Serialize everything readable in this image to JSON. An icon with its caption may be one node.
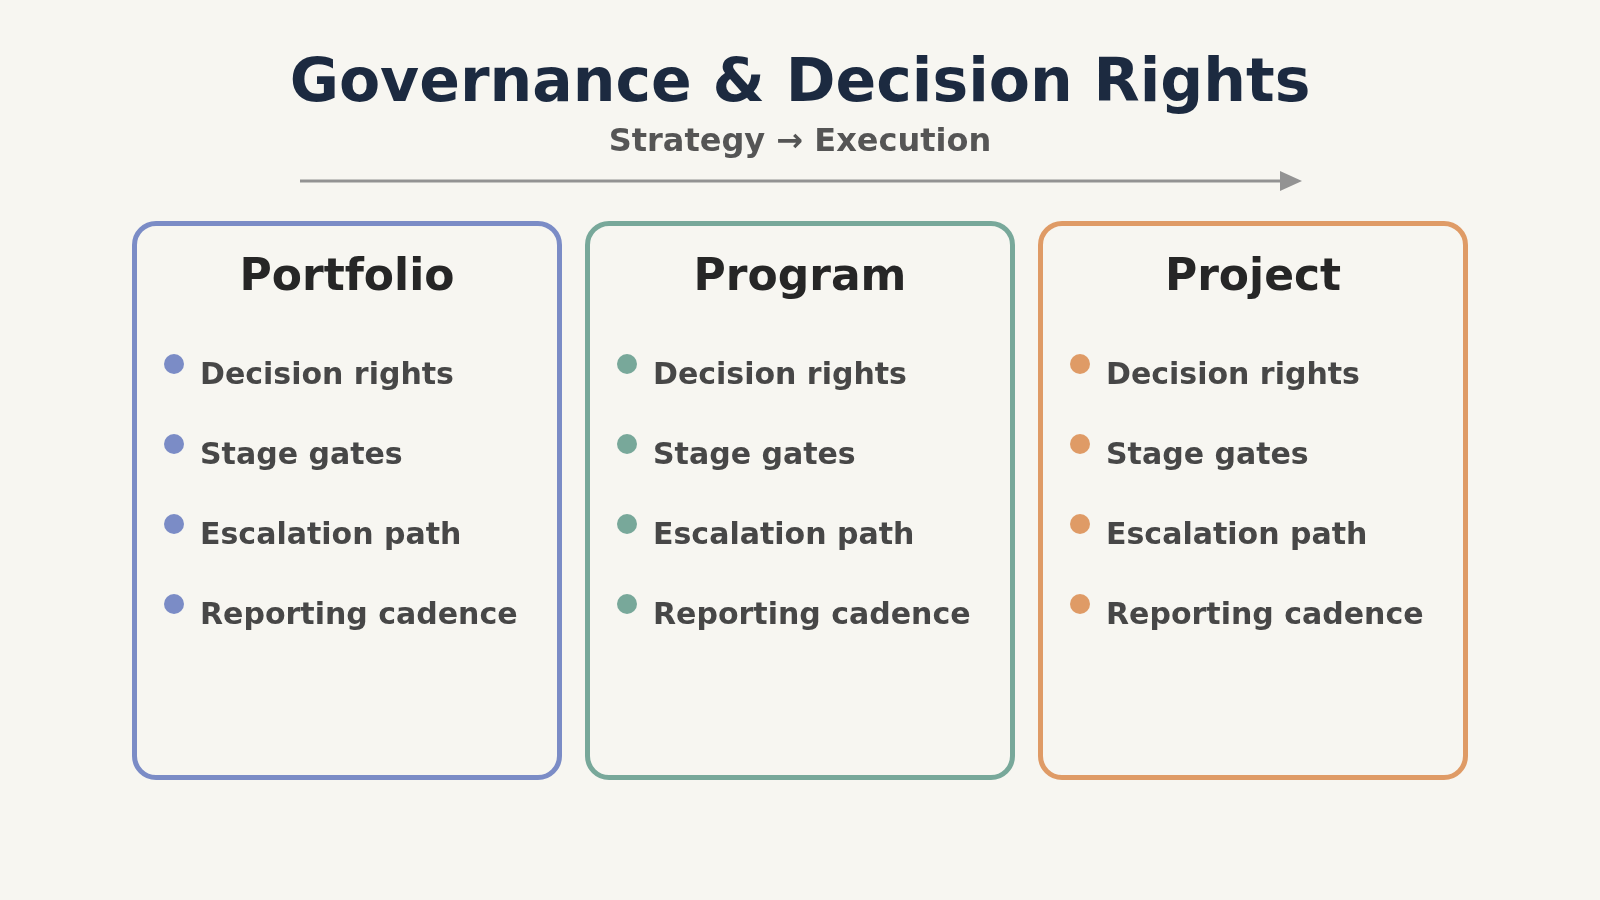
{
  "diagram": {
    "title": "Governance & Decision Rights",
    "nodes": [
      {
        "text": [
          "Portfolio",
          "Decision rights",
          "Stage gates",
          "Escalation path",
          "Reporting cadence"
        ]
      },
      {
        "text": [
          "Program",
          "Decision rights",
          "Stage gates",
          "Escalation path",
          "Reporting cadence"
        ]
      },
      {
        "text": [
          "Project",
          "Decision rights",
          "Stage gates",
          "Escalation path",
          "Reporting cadence"
        ]
      }
    ],
    "labels": [
      "Strategy → Execution"
    ]
  }
}
